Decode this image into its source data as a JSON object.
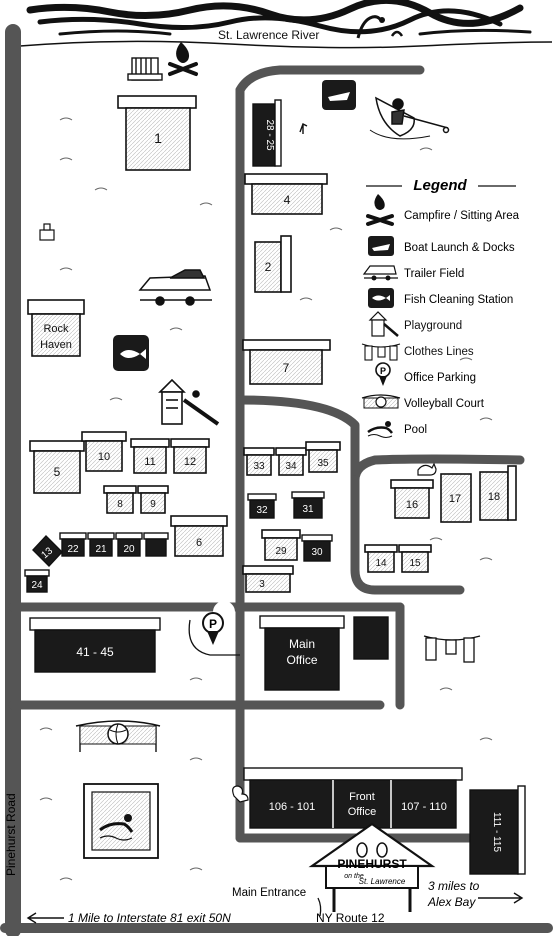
{
  "river": {
    "label": "St. Lawrence River"
  },
  "roads": {
    "pinehurst": "Pinehurst Road",
    "route12": "NY Route 12",
    "interstate": "1 Mile to Interstate 81 exit 50N",
    "alexbay_line1": "3 miles to",
    "alexbay_line2": "Alex Bay"
  },
  "legend": {
    "title": "Legend",
    "items": [
      {
        "icon": "campfire-icon",
        "label": "Campfire / Sitting Area"
      },
      {
        "icon": "boat-launch-icon",
        "label": "Boat Launch & Docks"
      },
      {
        "icon": "trailer-icon",
        "label": "Trailer Field"
      },
      {
        "icon": "fish-cleaning-icon",
        "label": "Fish Cleaning Station"
      },
      {
        "icon": "playground-icon",
        "label": "Playground"
      },
      {
        "icon": "clothes-line-icon",
        "label": "Clothes Lines"
      },
      {
        "icon": "parking-icon",
        "label": "Office Parking"
      },
      {
        "icon": "volleyball-icon",
        "label": "Volleyball Court"
      },
      {
        "icon": "pool-icon",
        "label": "Pool"
      }
    ]
  },
  "buildings": {
    "b1": "1",
    "b2": "2",
    "b3": "3",
    "b4": "4",
    "b5": "5",
    "b6": "6",
    "b7": "7",
    "b8": "8",
    "b9": "9",
    "b10": "10",
    "b11": "11",
    "b12": "12",
    "b13": "13",
    "b14": "14",
    "b15": "15",
    "b16": "16",
    "b17": "17",
    "b18": "18",
    "b20": "20",
    "b21": "21",
    "b22": "22",
    "b24": "24",
    "b29": "29",
    "b30": "30",
    "b31": "31",
    "b32": "32",
    "b33": "33",
    "b34": "34",
    "b35": "35",
    "b2825": "28 - 25",
    "b4145": "41 - 45",
    "b106": "106 - 101",
    "b107": "107 - 110",
    "b111": "111 - 115",
    "front_office_1": "Front",
    "front_office_2": "Office",
    "main_office_1": "Main",
    "main_office_2": "Office",
    "rock_1": "Rock",
    "rock_2": "Haven"
  },
  "parking": {
    "symbol": "P"
  },
  "sign": {
    "brand": "PINEHURST",
    "on_the": "on the",
    "st_lawrence": "St. Lawrence",
    "entrance": "Main Entrance"
  }
}
